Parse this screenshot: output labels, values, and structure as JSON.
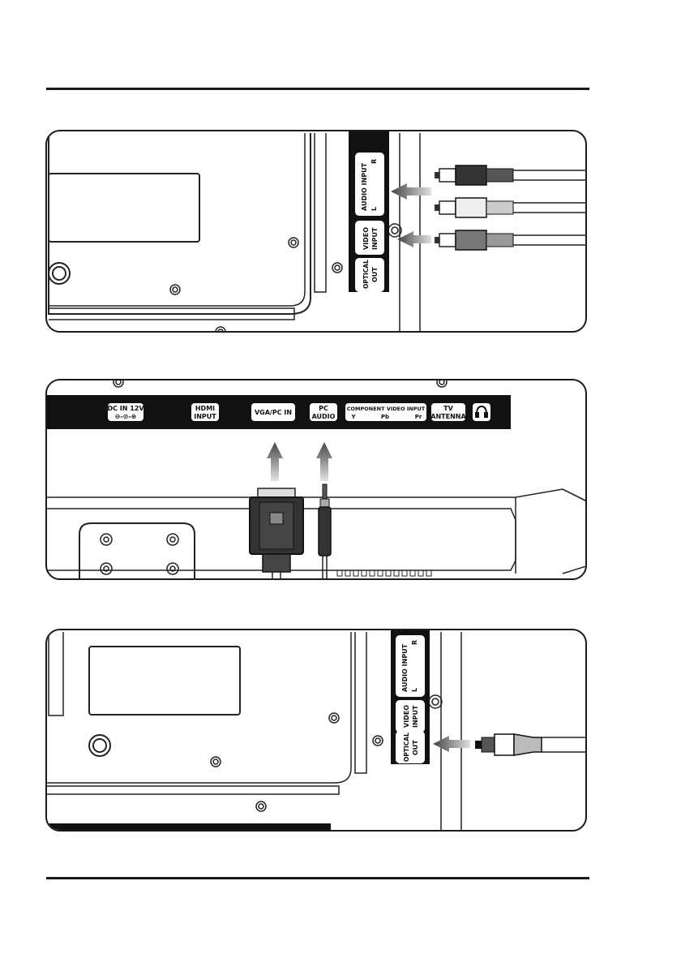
{
  "panel1": {
    "labels": {
      "audio_input": "AUDIO INPUT",
      "audio_r": "R",
      "audio_l": "L",
      "video_input_1": "VIDEO",
      "video_input_2": "INPUT",
      "optical_1": "OPTICAL",
      "optical_2": "OUT"
    }
  },
  "panel2": {
    "labels": {
      "dc_in": "DC IN 12V",
      "dc_symbol": "⊖-⊙-⊕",
      "hdmi_1": "HDMI",
      "hdmi_2": "INPUT",
      "vga": "VGA/PC IN",
      "pc_audio_1": "PC",
      "pc_audio_2": "AUDIO",
      "component": "COMPONENT VIDEO INPUT",
      "comp_y": "Y",
      "comp_pb": "Pb",
      "comp_pr": "Pr",
      "tv_1": "TV",
      "tv_2": "ANTENNA"
    }
  },
  "panel3": {
    "labels": {
      "audio_input": "AUDIO INPUT",
      "audio_r": "R",
      "audio_l": "L",
      "video_input_1": "VIDEO",
      "video_input_2": "INPUT",
      "optical_1": "OPTICAL",
      "optical_2": "OUT"
    }
  }
}
